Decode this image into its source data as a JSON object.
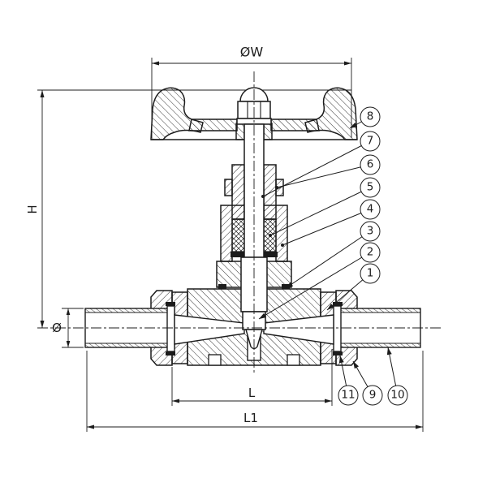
{
  "document": {
    "type": "technical-drawing",
    "subject": "needle valve cross-section with part callouts"
  },
  "colors": {
    "line": "#1c1c1c",
    "background": "#ffffff"
  },
  "dimension_labels": {
    "handwheel_diameter": "ØW",
    "height": "H",
    "pipe_diameter": "Ø",
    "face_length": "L",
    "overall_length": "L1"
  },
  "callouts": [
    {
      "label": "1"
    },
    {
      "label": "2"
    },
    {
      "label": "3"
    },
    {
      "label": "4"
    },
    {
      "label": "5"
    },
    {
      "label": "6"
    },
    {
      "label": "7"
    },
    {
      "label": "8"
    },
    {
      "label": "9"
    },
    {
      "label": "10"
    },
    {
      "label": "11"
    }
  ]
}
